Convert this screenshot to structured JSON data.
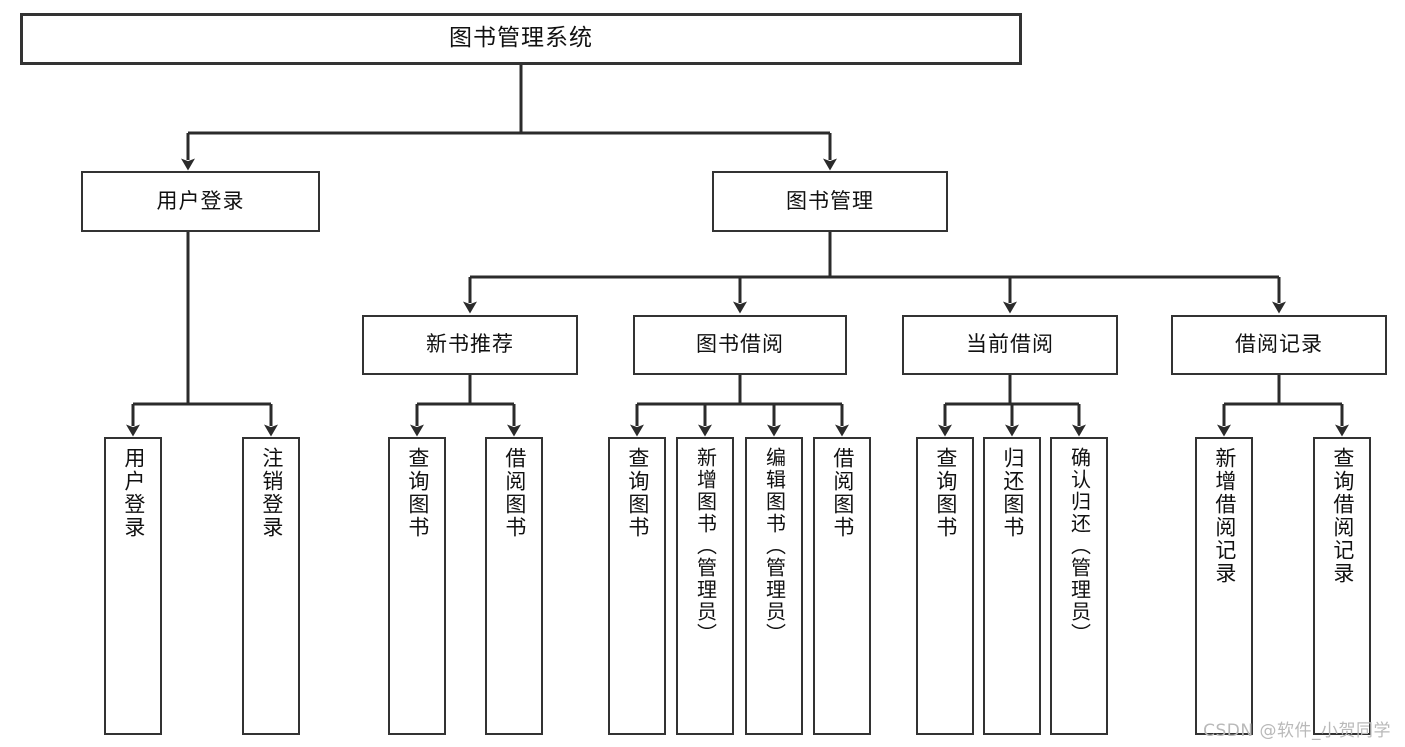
{
  "diagram": {
    "type": "tree",
    "title": "图书管理系统",
    "orientation": "top-down",
    "edge_style": "orthogonal-arrow",
    "colors": {
      "box_border": "#333333",
      "box_fill": "#ffffff",
      "edge": "#2b2b2b",
      "text": "#111111",
      "watermark": "#b9b9b9",
      "background": "#ffffff"
    },
    "root": {
      "label": "图书管理系统"
    },
    "level2": [
      {
        "label": "用户登录"
      },
      {
        "label": "图书管理"
      }
    ],
    "level3": [
      {
        "label": "新书推荐"
      },
      {
        "label": "图书借阅"
      },
      {
        "label": "当前借阅"
      },
      {
        "label": "借阅记录"
      }
    ],
    "leaves": [
      {
        "label": "用户登录",
        "parent": "用户登录"
      },
      {
        "label": "注销登录",
        "parent": "用户登录"
      },
      {
        "label": "查询图书",
        "parent": "新书推荐"
      },
      {
        "label": "借阅图书",
        "parent": "新书推荐"
      },
      {
        "label": "查询图书",
        "parent": "图书借阅"
      },
      {
        "label": "新增图书（管理员）",
        "parent": "图书借阅"
      },
      {
        "label": "编辑图书（管理员）",
        "parent": "图书借阅"
      },
      {
        "label": "借阅图书",
        "parent": "图书借阅"
      },
      {
        "label": "查询图书",
        "parent": "当前借阅"
      },
      {
        "label": "归还图书",
        "parent": "当前借阅"
      },
      {
        "label": "确认归还（管理员）",
        "parent": "当前借阅"
      },
      {
        "label": "新增借阅记录",
        "parent": "借阅记录"
      },
      {
        "label": "查询借阅记录",
        "parent": "借阅记录"
      }
    ]
  },
  "watermark": {
    "text": "CSDN @软件_小贺同学"
  }
}
